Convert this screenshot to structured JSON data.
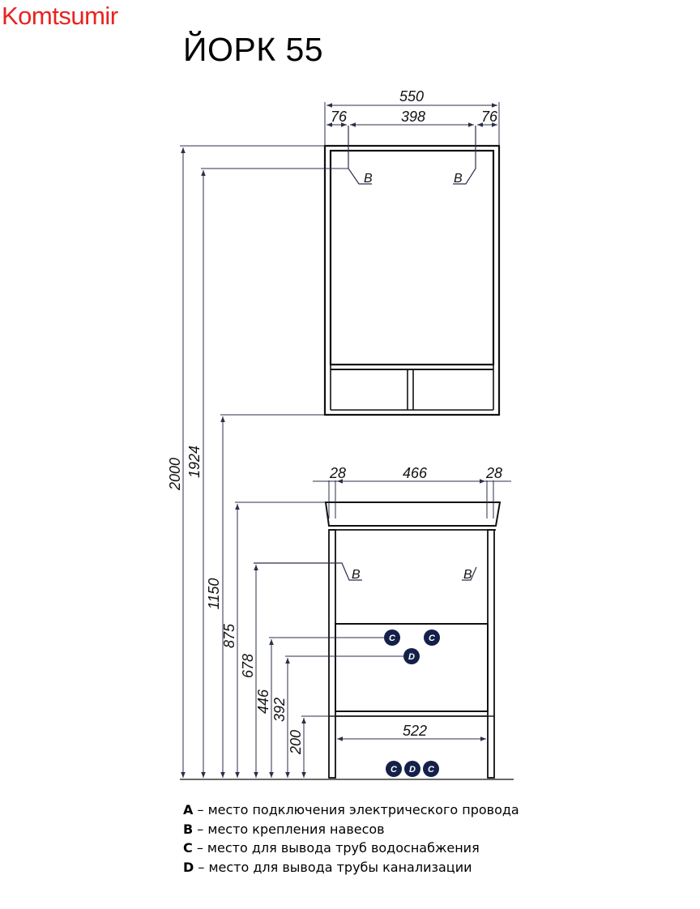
{
  "watermark": "Komtsumir",
  "title": "ЙОРК 55",
  "colors": {
    "line": "#111111",
    "dim_line": "#2b2f4a",
    "badge": "#14204a",
    "watermark": "#e8231f"
  },
  "dimensions": {
    "mirror_width": "550",
    "mirror_side_left": "76",
    "mirror_middle": "398",
    "mirror_side_right": "76",
    "cabinet_side_left": "28",
    "cabinet_middle": "466",
    "cabinet_side_right": "28",
    "legs_width": "522",
    "h_2000": "2000",
    "h_1924": "1924",
    "h_1150": "1150",
    "h_875": "875",
    "h_678": "678",
    "h_446": "446",
    "h_392": "392",
    "h_200": "200"
  },
  "markers": {
    "b": "B",
    "c": "C",
    "d": "D"
  },
  "legend": [
    {
      "key": "A",
      "text": " – место подключения электрического провода"
    },
    {
      "key": "B",
      "text": " – место крепления навесов"
    },
    {
      "key": "C",
      "text": " – место для вывода труб водоснабжения"
    },
    {
      "key": "D",
      "text": " – место для вывода трубы канализации"
    }
  ]
}
